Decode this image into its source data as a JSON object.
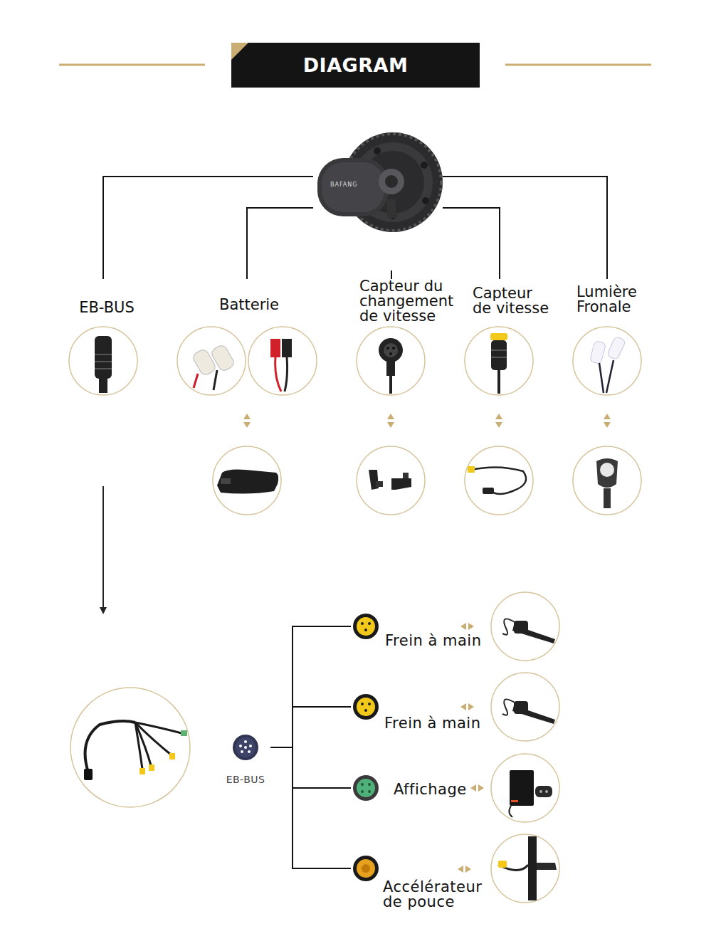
{
  "diagram": {
    "title": "DIAGRAM",
    "nodes": [
      {
        "text": [
          "BAFANG"
        ]
      },
      {
        "text": [
          "EB-BUS"
        ]
      },
      {
        "text": [
          "Batterie"
        ]
      },
      {
        "text": [
          "Capteur du changement de vitesse"
        ]
      },
      {
        "text": [
          "Capteur de vitesse"
        ]
      },
      {
        "text": [
          "Lumière Fronale"
        ]
      },
      {
        "text": [
          "EB-BUS"
        ]
      },
      {
        "text": [
          "Frein à main"
        ]
      },
      {
        "text": [
          "Frein à main"
        ]
      },
      {
        "text": [
          "Affichage"
        ]
      },
      {
        "text": [
          "Accélérateur de pouce"
        ]
      }
    ],
    "edges": [
      {
        "from": 0,
        "to": 1,
        "arrow": "none"
      },
      {
        "from": 0,
        "to": 2,
        "arrow": "none"
      },
      {
        "from": 0,
        "to": 3,
        "arrow": "none"
      },
      {
        "from": 0,
        "to": 4,
        "arrow": "none"
      },
      {
        "from": 0,
        "to": 5,
        "arrow": "none"
      },
      {
        "from": 6,
        "to": 7,
        "arrow": "none"
      },
      {
        "from": 6,
        "to": 8,
        "arrow": "none"
      },
      {
        "from": 6,
        "to": 9,
        "arrow": "none"
      },
      {
        "from": 6,
        "to": 10,
        "arrow": "none"
      }
    ]
  }
}
